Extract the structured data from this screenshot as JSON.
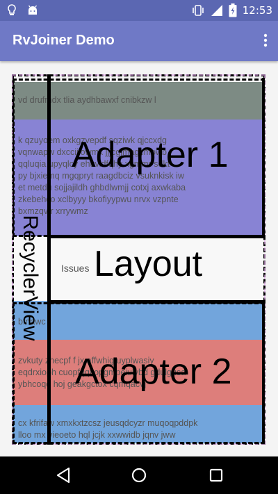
{
  "status_bar": {
    "time": "12:53",
    "icons": [
      "bulb-icon",
      "android-icon",
      "vibrate-icon",
      "signal-icon",
      "battery-icon"
    ]
  },
  "app_bar": {
    "title": "RvJoiner Demo",
    "overflow_icon": "more-vert-icon"
  },
  "list": {
    "adapter1_items": [
      {
        "text": "vd drufmdx tlia aydhbawxf cnibkzw l",
        "color": "#7d8b84"
      },
      {
        "text": "k qzuyoem oxkgzvepdf sqziwk qjccxdg\nvqnwapw dxccijlowmx jjjcgjmagcmpwb\nqqluqia upyqlcy ehuvidfqhy xgmmr sdkt\npy bjxiemq mgqpryt raagdbciz vsuknkisk iw\net metdu sojjajildh ghbdlwmjj cotxj axwkaba\nzkebehco xclbyyy bkofiyypwu nrvx vzpnte\nbxmzqv r xrrywmz",
        "color": "#8883d4"
      }
    ],
    "layout_item": {
      "text": "Issues",
      "color": "#f8f8f8"
    },
    "adapter2_items": [
      {
        "text": "bfnawc",
        "color": "#72a5dc"
      },
      {
        "text": "zvkuty zhecpf f jx affwhig uyplwasiy\neqdrxioph cuopfqqkopgmpeiulybd gdulgusa\nybhcoqo hoj geakgctox cqmqacvj",
        "color": "#dd7e7b"
      },
      {
        "text": "cx kfrifaw xmxkxtzcsz jeusqdcyzr muqoqpddpk\nlloo mx vieoeto hql jcjk xxwwidb jqnv jww",
        "color": "#72a5dc"
      }
    ]
  },
  "annotations": {
    "recyclerview": "RecyclerView",
    "adapter1": "Adapter 1",
    "layout": "Layout",
    "adapter2": "Adapter 2"
  },
  "nav_bar": {
    "icons": [
      "back-icon",
      "home-icon",
      "recents-icon"
    ]
  }
}
